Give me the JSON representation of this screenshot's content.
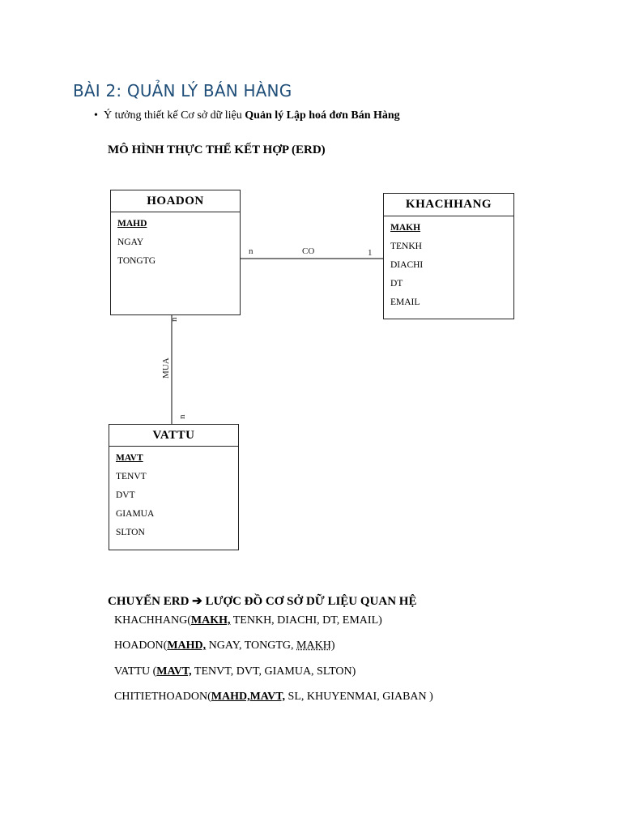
{
  "heading": "BÀI 2:  QUẢN LÝ BÁN HÀNG",
  "bullet": {
    "symbol": "•",
    "text_prefix": "Ý tưởng thiết kế Cơ sở dữ liệu ",
    "text_bold": "Quản lý Lập hoá đơn Bán Hàng"
  },
  "erd": {
    "title": "MÔ HÌNH THỰC THỂ KẾT HỢP (ERD)",
    "entities": {
      "hoadon": {
        "name": "HOADON",
        "attributes": [
          "MAHD",
          "NGAY",
          "TONGTG"
        ]
      },
      "khachhang": {
        "name": "KHACHHANG",
        "attributes": [
          "MAKH",
          "TENKH",
          "DIACHI",
          "DT",
          "EMAIL"
        ]
      },
      "vattu": {
        "name": "VATTU",
        "attributes": [
          "MAVT",
          "TENVT",
          "DVT",
          "GIAMUA",
          "SLTON"
        ]
      }
    },
    "relationships": {
      "co": {
        "label": "CO",
        "card_left": "n",
        "card_right": "1"
      },
      "mua": {
        "label": "MUA",
        "card_top": "n",
        "card_bottom": "n"
      }
    }
  },
  "conversion": {
    "title": "CHUYỂN ERD ➔ LƯỢC ĐỒ CƠ SỞ DỮ LIỆU QUAN HỆ",
    "relations": [
      {
        "name": "KHACHHANG(",
        "key": "MAKH,",
        "rest": " TENKH, DIACHI, DT, EMAIL)",
        "fk": "",
        "end": ""
      },
      {
        "name": "HOADON(",
        "key": "MAHD,",
        "rest": " NGAY, TONGTG, ",
        "fk": "MAKH",
        "end": ")"
      },
      {
        "name": "VATTU (",
        "key": "MAVT,",
        "rest": " TENVT, DVT, GIAMUA, SLTON)",
        "fk": "",
        "end": ""
      },
      {
        "name": "CHITIETHOADON(",
        "key": "MAHD,MAVT,",
        "rest": " SL, KHUYENMAI, GIABAN )",
        "fk": "",
        "end": ""
      }
    ]
  }
}
